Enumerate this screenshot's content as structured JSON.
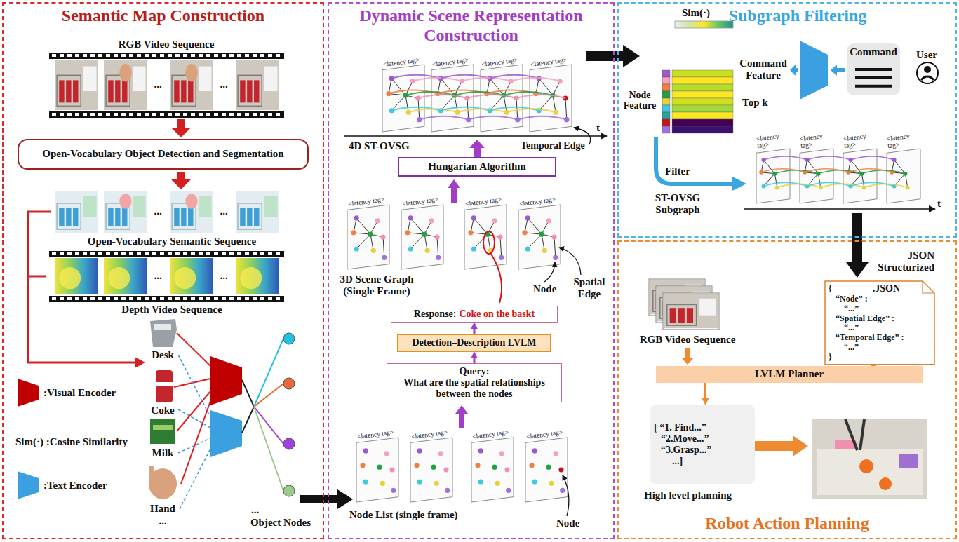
{
  "diagram": {
    "nodes": [
      {
        "text": [
          "Semantic Map Construction"
        ]
      },
      {
        "text": [
          "Open-Vocabulary Object Detection and Segmentation"
        ],
        "in": 0
      },
      {
        "text": [
          "Dynamic Scene Representation Construction"
        ]
      },
      {
        "text": [
          "Hungarian Algorithm"
        ],
        "in": 2
      },
      {
        "text": [
          "Response:",
          "Coke on the baskt"
        ],
        "in": 2
      },
      {
        "text": [
          "Detection–Description LVLM"
        ],
        "in": 2
      },
      {
        "text": [
          "Query:",
          "What are the spatial relationships between the nodes"
        ],
        "in": 2
      },
      {
        "text": [
          "Subgraph Filtering"
        ]
      },
      {
        "text": [
          "Command"
        ],
        "in": 7
      },
      {
        "text": [
          "Robot Action Planning"
        ]
      },
      {
        "text": [
          "{",
          ".JSON",
          "“Node” :",
          "“...”",
          "“Spatial Edge” :",
          "“...”",
          "“Temporal Edge” :",
          "“...”",
          "}"
        ],
        "in": 9
      },
      {
        "text": [
          "LVLM Planner"
        ],
        "in": 9
      },
      {
        "text": [
          "[ “1. Find...”",
          "“2.Move...”",
          "“3.Grasp...”",
          "...]"
        ],
        "in": 9
      }
    ],
    "edges": [
      {
        "from": 6,
        "to": 5,
        "arrow": "to"
      },
      {
        "from": 5,
        "to": 4,
        "arrow": "to"
      },
      {
        "from": 10,
        "to": 11,
        "arrow": "to"
      },
      {
        "from": 11,
        "to": 12,
        "arrow": "to"
      }
    ],
    "labels": [
      "RGB Video Sequence",
      "...",
      "...",
      "...",
      "...",
      "Open-Vocabulary Semantic Sequence",
      "...",
      "...",
      "Depth Video Sequence",
      "Desk",
      "Coke",
      "Milk",
      "Hand",
      "...",
      "...",
      "Object Nodes",
      "<latency tag>",
      "<latency tag>",
      "<latency tag>",
      "<latency tag>",
      "t",
      "4D ST-OVSG",
      "Temporal Edge",
      "<latency tag>",
      "<latency tag>",
      "<latency tag>",
      "<latency tag>",
      "3D Scene Graph (Single Frame)",
      "Node",
      "Spatial Edge",
      "<latency tag>",
      "<latency tag>",
      "<latency tag>",
      "<latency tag>",
      "Node List (single frame)",
      "Node",
      "Sim(·)",
      "Command Feature",
      "User",
      "Node Feature",
      "Top k",
      "Filter",
      "<latency tag>",
      "<latency tag>",
      "<latency tag>",
      "<latency tag>",
      "t",
      "ST-OVSG Subgraph",
      "JSON Structurized",
      "RGB Video Sequence",
      "High level planning"
    ],
    "legend": [
      {
        "text": ":Visual Encoder"
      },
      {
        "text": "Sim(·) :Cosine Similarity"
      },
      {
        "text": ":Text Encoder"
      }
    ]
  }
}
